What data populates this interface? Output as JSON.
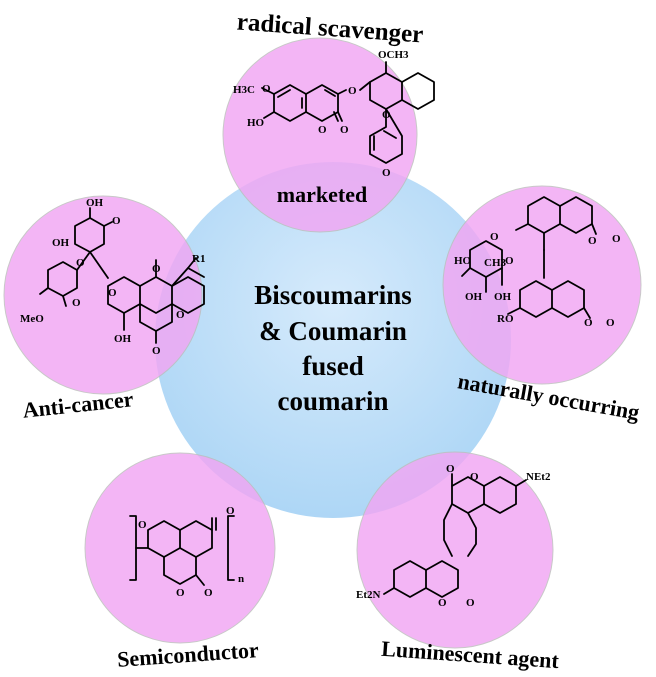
{
  "center": {
    "lines": [
      "Biscoumarins",
      "& Coumarin",
      "fused",
      "coumarin"
    ]
  },
  "nodes": {
    "top": {
      "title": "radical scavenger",
      "inner_label": "marketed",
      "atoms": [
        "H3C",
        "O",
        "HO",
        "O",
        "O",
        "O",
        "OCH3",
        "O",
        "O"
      ]
    },
    "right": {
      "title": "naturally occurring",
      "atoms": [
        "O",
        "O",
        "O",
        "HO",
        "CH3",
        "O",
        "OH",
        "OH",
        "RO",
        "O",
        "O"
      ]
    },
    "left": {
      "title": "Anti-cancer",
      "atoms": [
        "OH",
        "O",
        "OH",
        "O",
        "O",
        "MeO",
        "O",
        "O",
        "R1",
        "O",
        "OH",
        "O"
      ]
    },
    "bottom_left": {
      "title": "Semiconductor",
      "atoms": [
        "O",
        "O",
        "O",
        "O",
        "n"
      ]
    },
    "bottom_right": {
      "title": "Luminescent agent",
      "atoms": [
        "O",
        "O",
        "NEt2",
        "Et2N",
        "O",
        "O"
      ]
    }
  },
  "colors": {
    "center_fill": "#a9d6f7",
    "node_fill": "#f1a6f3",
    "node_stroke": "#b9b9b9"
  }
}
